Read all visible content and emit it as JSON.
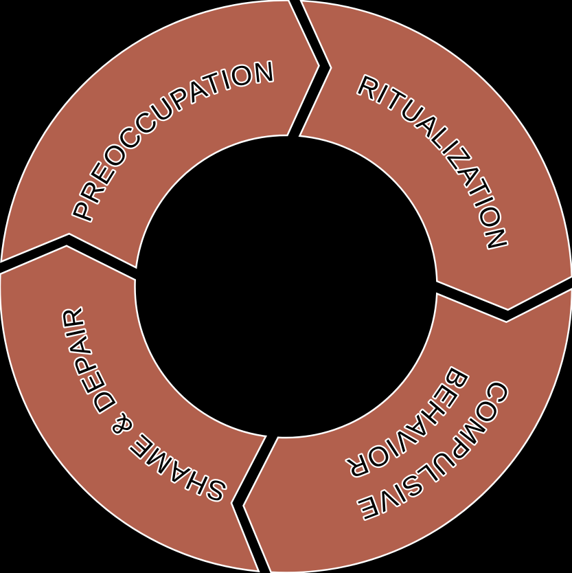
{
  "diagram": {
    "type": "cycle",
    "direction": "clockwise",
    "colors": {
      "background": "#000000",
      "segment_fill": "#b2604d",
      "segment_outline": "#ffffff",
      "label_fill": "#000000",
      "label_halo": "#ffffff"
    },
    "segments": [
      {
        "label": "PREOCCUPATION"
      },
      {
        "label": "RITUALIZATION"
      },
      {
        "label_line1": "COMPULSIVE",
        "label_line2": "BEHAVIOR"
      },
      {
        "label": "SHAME & DEPAIR"
      }
    ]
  }
}
